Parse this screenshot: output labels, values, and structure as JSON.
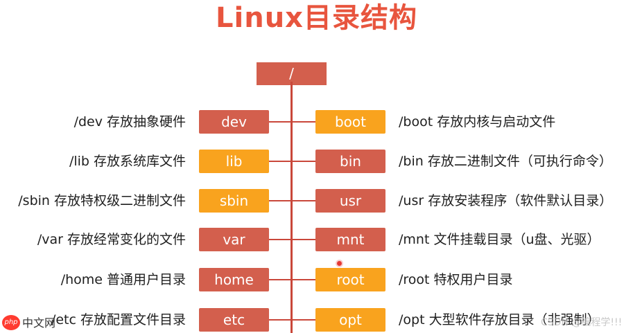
{
  "title": "Linux目录结构",
  "root": "/",
  "left_nodes": [
    {
      "label": "dev",
      "color": "#d35f4d",
      "desc": "/dev 存放抽象硬件"
    },
    {
      "label": "lib",
      "color": "#f9a31e",
      "desc": "/lib 存放系统库文件"
    },
    {
      "label": "sbin",
      "color": "#f9a31e",
      "desc": "/sbin 存放特权级二进制文件"
    },
    {
      "label": "var",
      "color": "#d35f4d",
      "desc": "/var 存放经常变化的文件"
    },
    {
      "label": "home",
      "color": "#d35f4d",
      "desc": "/home 普通用户目录"
    },
    {
      "label": "etc",
      "color": "#d35f4d",
      "desc": "/etc 存放配置文件目录"
    }
  ],
  "right_nodes": [
    {
      "label": "boot",
      "color": "#f9a31e",
      "desc": "/boot 存放内核与启动文件"
    },
    {
      "label": "bin",
      "color": "#d35f4d",
      "desc": "/bin 存放二进制文件（可执行命令）"
    },
    {
      "label": "usr",
      "color": "#d35f4d",
      "desc": "/usr 存放安装程序（软件默认目录）"
    },
    {
      "label": "mnt",
      "color": "#d35f4d",
      "desc": "/mnt 文件挂载目录（u盘、光驱）"
    },
    {
      "label": "root",
      "color": "#f9a31e",
      "desc": "/root 特权用户目录"
    },
    {
      "label": "opt",
      "color": "#f9a31e",
      "desc": "/opt 大型软件存放目录（非强制）"
    }
  ],
  "php_logo_text": "php",
  "php_site": "中文网",
  "watermark": "CSDN @编程学!!!",
  "colors": {
    "title": "#e8553e",
    "red": "#d35f4d",
    "orange": "#f9a31e",
    "line": "#c9473a"
  }
}
